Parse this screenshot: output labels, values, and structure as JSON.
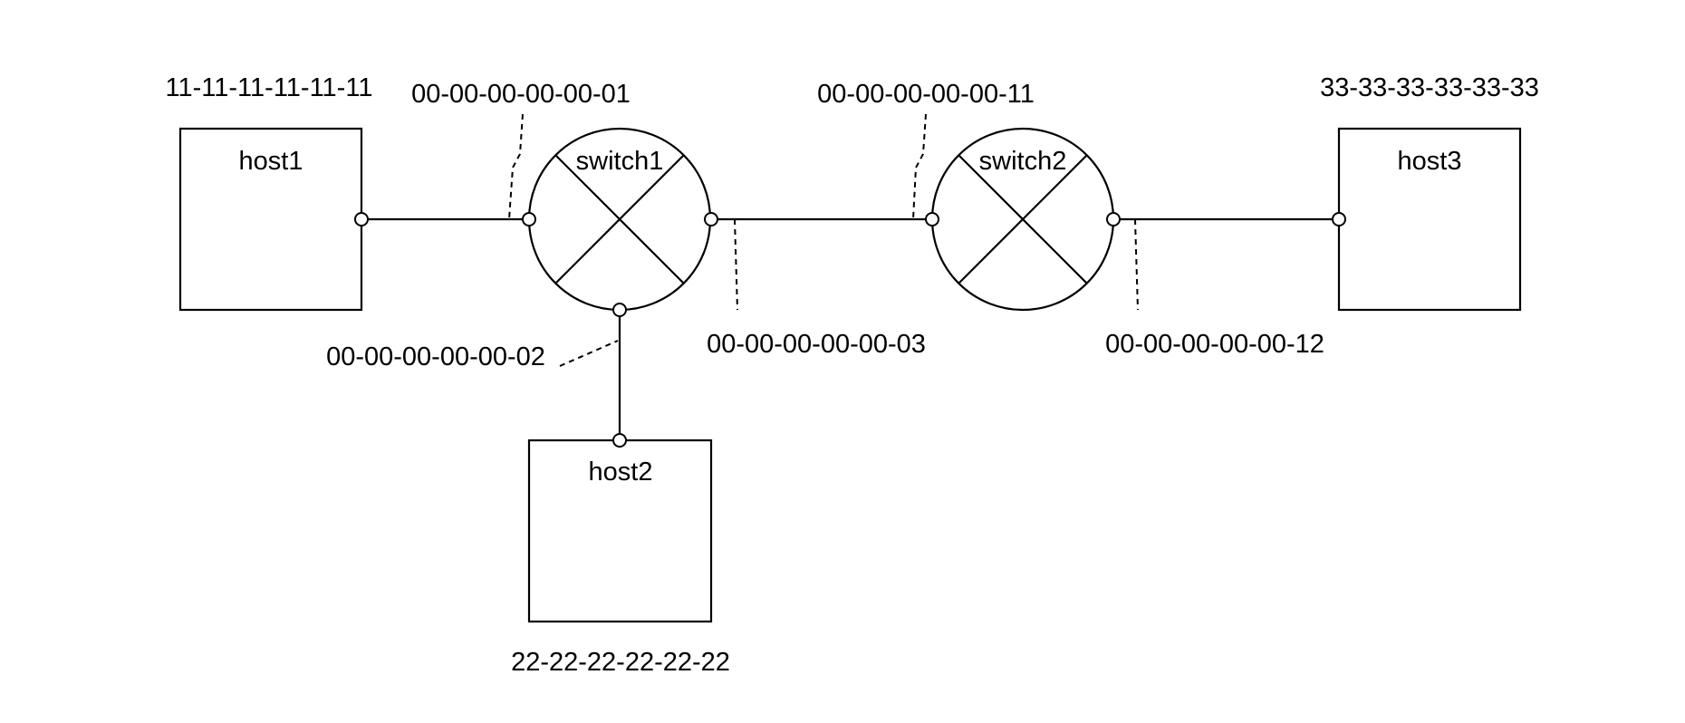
{
  "nodes": {
    "host1": {
      "label": "host1",
      "mac": "11-11-11-11-11-11"
    },
    "host2": {
      "label": "host2",
      "mac": "22-22-22-22-22-22"
    },
    "host3": {
      "label": "host3",
      "mac": "33-33-33-33-33-33"
    },
    "switch1": {
      "label": "switch1"
    },
    "switch2": {
      "label": "switch2"
    }
  },
  "ports": {
    "s1_p1": "00-00-00-00-00-01",
    "s1_p2": "00-00-00-00-00-02",
    "s1_p3": "00-00-00-00-00-03",
    "s2_p11": "00-00-00-00-00-11",
    "s2_p12": "00-00-00-00-00-12"
  }
}
